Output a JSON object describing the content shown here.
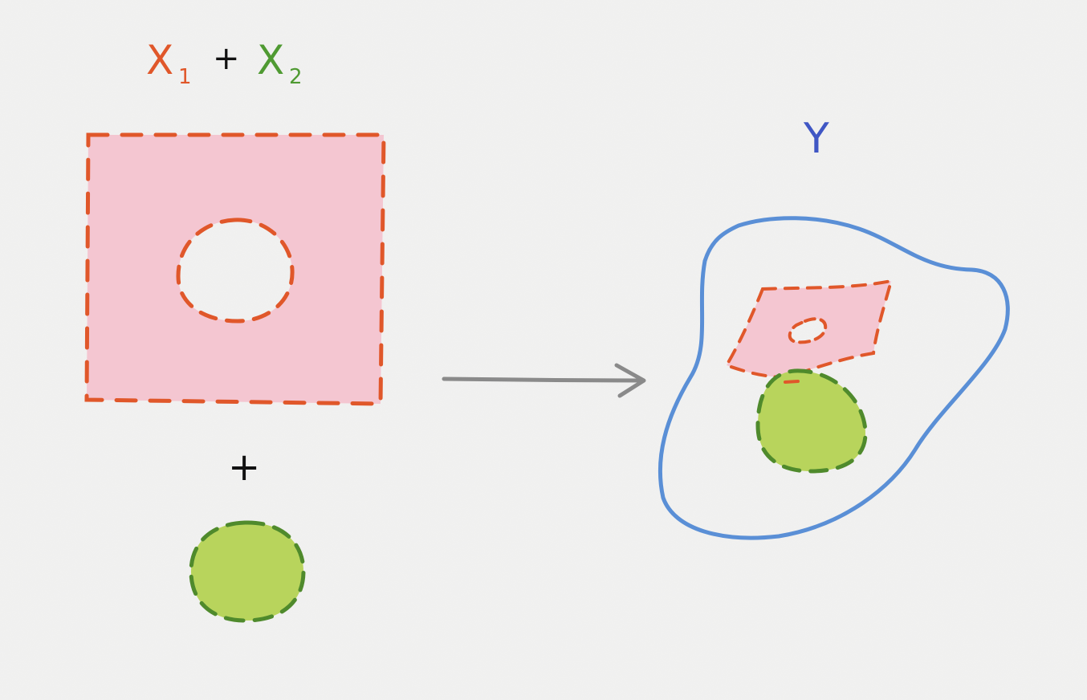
{
  "labels": {
    "x1_letter": "X",
    "x1_subscript": "1",
    "plus_top": "+",
    "x2_letter": "X",
    "x2_subscript": "2",
    "plus_middle": "+",
    "y_letter": "Y"
  },
  "colors": {
    "background": "#f2f2f1",
    "x1_fill": "#f4c6d1",
    "x1_stroke": "#e0572a",
    "x2_fill": "#b8d45c",
    "x2_stroke": "#4f8a2c",
    "y_stroke": "#5a8fd6",
    "y_label": "#3f56c4",
    "arrow": "#8a8a8a",
    "plus": "#111111"
  }
}
